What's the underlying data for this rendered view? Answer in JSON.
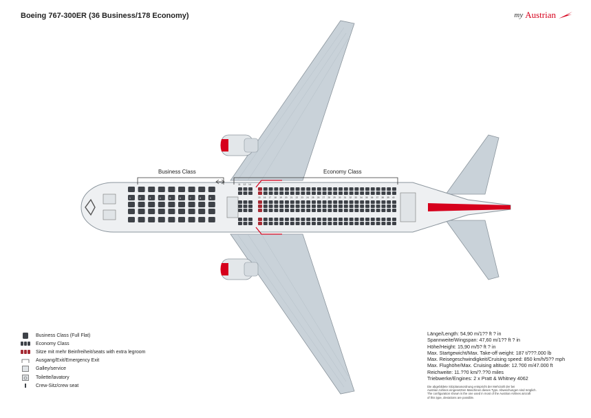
{
  "header": {
    "title": "Boeing 767-300ER (36 Business/178 Economy)",
    "logo_prefix": "my",
    "logo_brand": "Austrian"
  },
  "cabin": {
    "business_label": "Business Class",
    "economy_label": "Economy Class",
    "business_row_numbers": [
      "1",
      "2",
      "3",
      "4",
      "5",
      "6",
      "7",
      "8",
      "9"
    ],
    "economy_row_numbers_front": [
      "11",
      "12",
      "14"
    ],
    "economy_row_numbers_main": [
      "15",
      "16",
      "17",
      "18",
      "19",
      "20",
      "21",
      "22",
      "23",
      "24",
      "25",
      "26",
      "27",
      "28",
      "29",
      "30",
      "31",
      "32",
      "33",
      "34",
      "35",
      "36",
      "37",
      "38",
      "39",
      "40"
    ]
  },
  "legend": [
    {
      "icon": "business-seat-icon",
      "label": "Business Class (Full Flat)"
    },
    {
      "icon": "economy-seat-icon",
      "label": "Economy Class"
    },
    {
      "icon": "extra-legroom-seat-icon",
      "label": "Sitze mit mehr Beinfreiheit/seats with extra legroom"
    },
    {
      "icon": "exit-icon",
      "label": "Ausgang/Exit/Emergency Exit"
    },
    {
      "icon": "galley-icon",
      "label": "Galley/service"
    },
    {
      "icon": "lavatory-icon",
      "label": "Toilette/lavatory"
    },
    {
      "icon": "crew-seat-icon",
      "label": "Crew-Sitz/crew seat"
    }
  ],
  "specs": [
    "Länge/Length: 54,90 m/1?? ft ? in",
    "Spannweite/Wingspan: 47,60 m/1?? ft ? in",
    "Höhe/Height: 15,90 m/5? ft ? in",
    "Max. Startgewicht/Max. Take-off weight: 187 t/???.000 lb",
    "Max. Reisegeschwindigkeit/Cruising speed: 850 km/h/5?? mph",
    "Max. Flughöhe/Max. Cruising altitude: 12.?00 m/47.000 ft",
    "Reichweite: 11.??0 km/?.??0 miles",
    "Triebwerke/Engines: 2 x Pratt & Whitney 4062"
  ],
  "disclaimer": [
    "Die abgebildete Sitzplananordnung entspricht der Mehrzahl der bei",
    "Austrian Airlines eingesetzten Maschinen dieses Typs. Abweichungen sind möglich.",
    "The configuration shown is the one used in most of the Austrian Airlines aircraft",
    "of this type, deviations are possible."
  ],
  "colors": {
    "brand_red": "#d6001c",
    "fuselage": "#eef0f2",
    "wing": "#c9d2d9",
    "seat": "#3e4248",
    "outline": "#8a949c"
  }
}
